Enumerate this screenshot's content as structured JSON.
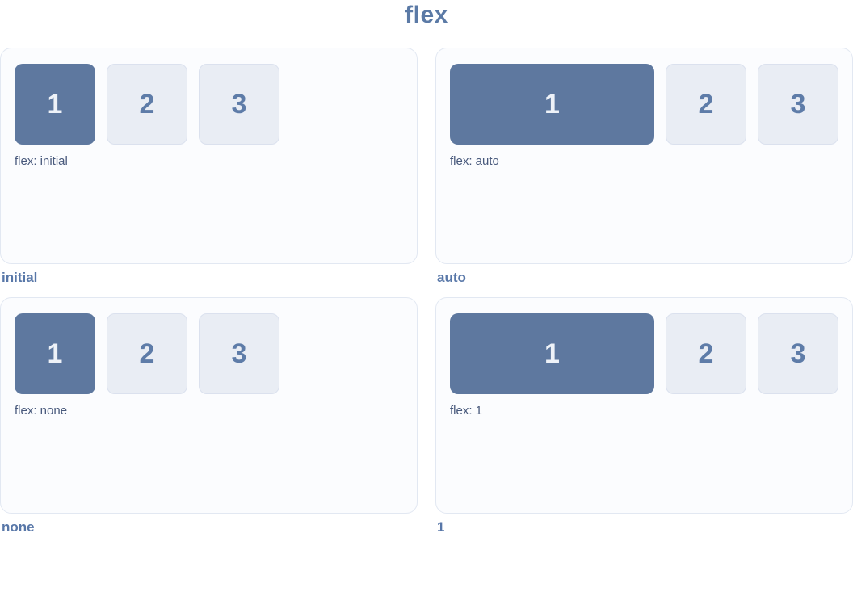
{
  "page": {
    "title": "flex"
  },
  "colors": {
    "title_text": "#5b7aa6",
    "panel_background": "#fbfcfe",
    "panel_border": "#e2e8f2",
    "box_primary_background": "#5e789f",
    "box_primary_text": "#eef2f8",
    "box_secondary_background": "#e9edf4",
    "box_secondary_border": "#dbe1ee",
    "box_secondary_text": "#5e7ca8",
    "caption_text": "#48597c",
    "label_text": "#5877a8"
  },
  "panels": [
    {
      "label": "initial",
      "caption": "flex: initial",
      "boxes": [
        "1",
        "2",
        "3"
      ]
    },
    {
      "label": "auto",
      "caption": "flex: auto",
      "boxes": [
        "1",
        "2",
        "3"
      ]
    },
    {
      "label": "none",
      "caption": "flex: none",
      "boxes": [
        "1",
        "2",
        "3"
      ]
    },
    {
      "label": "1",
      "caption": "flex: 1",
      "boxes": [
        "1",
        "2",
        "3"
      ]
    }
  ]
}
